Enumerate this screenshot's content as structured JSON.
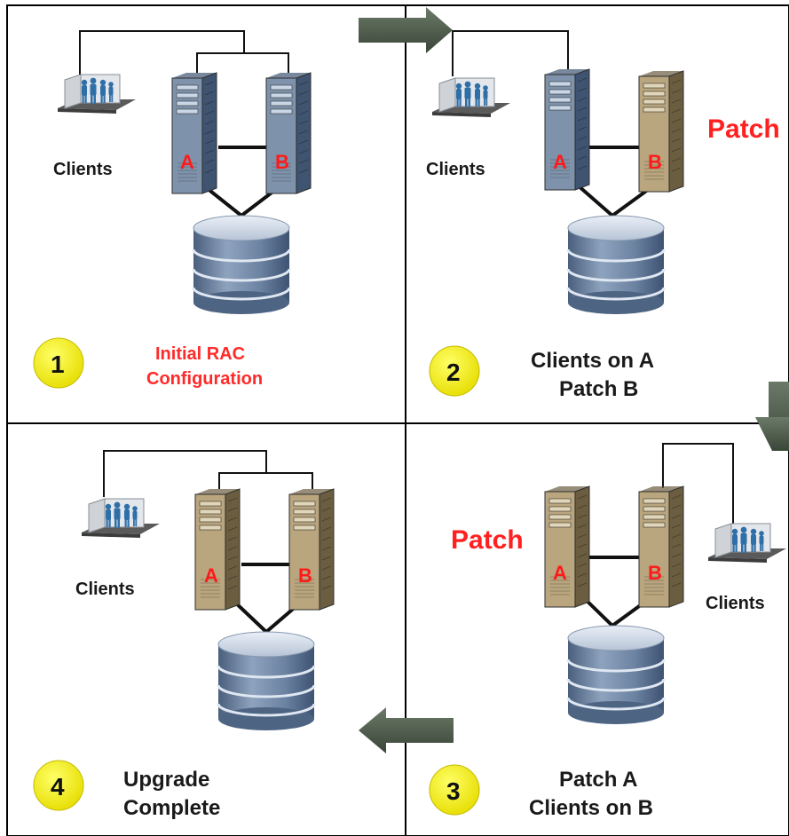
{
  "panels": [
    {
      "step": "1",
      "clients_label": "Clients",
      "server_a": "A",
      "server_b": "B",
      "caption_line1": "Initial RAC",
      "caption_line2": "Configuration",
      "server_a_state": "original",
      "server_b_state": "original"
    },
    {
      "step": "2",
      "clients_label": "Clients",
      "server_a": "A",
      "server_b": "B",
      "patch_label": "Patch",
      "caption_line1": "Clients on A",
      "caption_line2": "Patch B",
      "server_a_state": "original",
      "server_b_state": "patched"
    },
    {
      "step": "3",
      "clients_label": "Clients",
      "server_a": "A",
      "server_b": "B",
      "patch_label": "Patch",
      "caption_line1": "Patch A",
      "caption_line2": "Clients on B",
      "server_a_state": "patched",
      "server_b_state": "patched"
    },
    {
      "step": "4",
      "clients_label": "Clients",
      "server_a": "A",
      "server_b": "B",
      "caption_line1": "Upgrade",
      "caption_line2": "Complete",
      "server_a_state": "patched",
      "server_b_state": "patched"
    }
  ],
  "colors": {
    "server_original_front": "#7e93ab",
    "server_original_side": "#3f5470",
    "server_patched_front": "#b9a57e",
    "server_patched_side": "#6b5d40",
    "step_badge": "#ffff00",
    "arrow": "#4b5a4a",
    "patch_text": "#ff2020",
    "server_letter": "#ff1a1a"
  },
  "icons": {
    "clients": "clients-group-icon",
    "server": "server-tower-icon",
    "database": "database-stack-icon",
    "arrow": "flow-arrow-icon"
  }
}
